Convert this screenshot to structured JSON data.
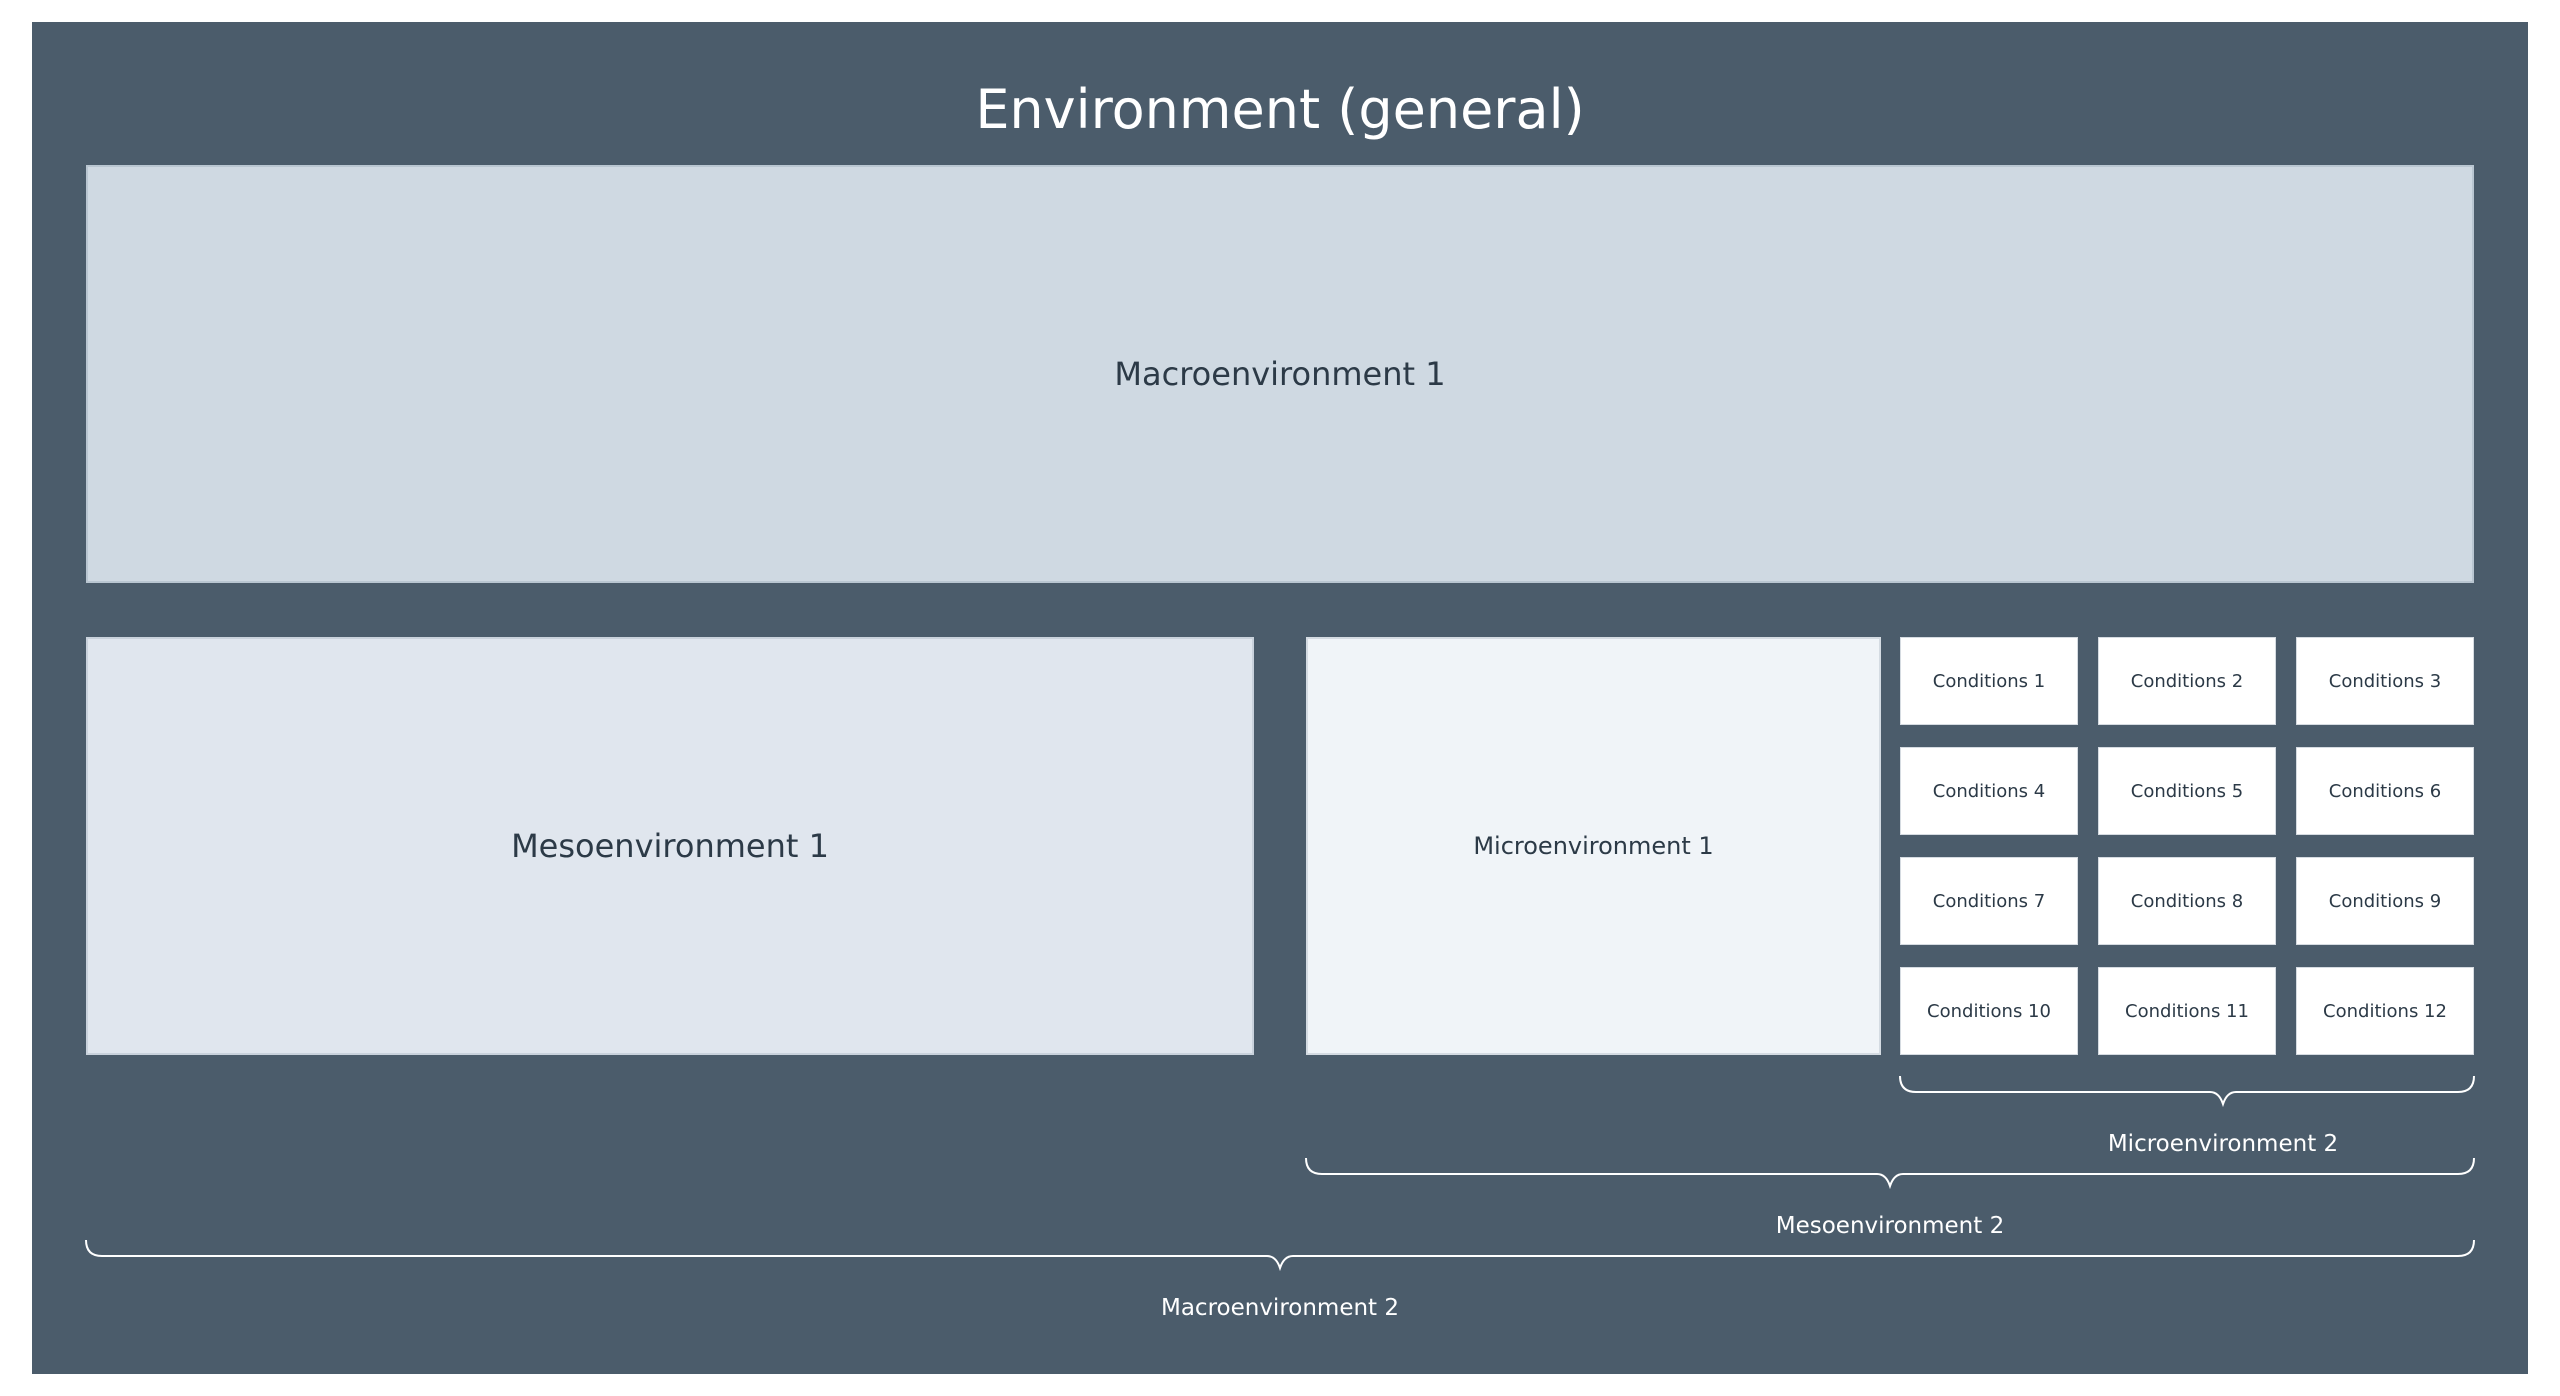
{
  "title": "Environment (general)",
  "boxes": {
    "macro1": "Macroenvironment 1",
    "meso1": "Mesoenvironment 1",
    "micro1": "Microenvironment 1"
  },
  "conditions": [
    "Conditions 1",
    "Conditions 2",
    "Conditions 3",
    "Conditions 4",
    "Conditions 5",
    "Conditions 6",
    "Conditions 7",
    "Conditions 8",
    "Conditions 9",
    "Conditions 10",
    "Conditions 11",
    "Conditions 12"
  ],
  "braces": {
    "micro2": "Microenvironment 2",
    "meso2": "Mesoenvironment 2",
    "macro2": "Macroenvironment 2"
  },
  "colors": {
    "background": "#4b5c6b",
    "macro": "#cfd9e2",
    "meso": "#e0e6ee",
    "micro": "#f0f4f8",
    "conditions": "#ffffff"
  }
}
